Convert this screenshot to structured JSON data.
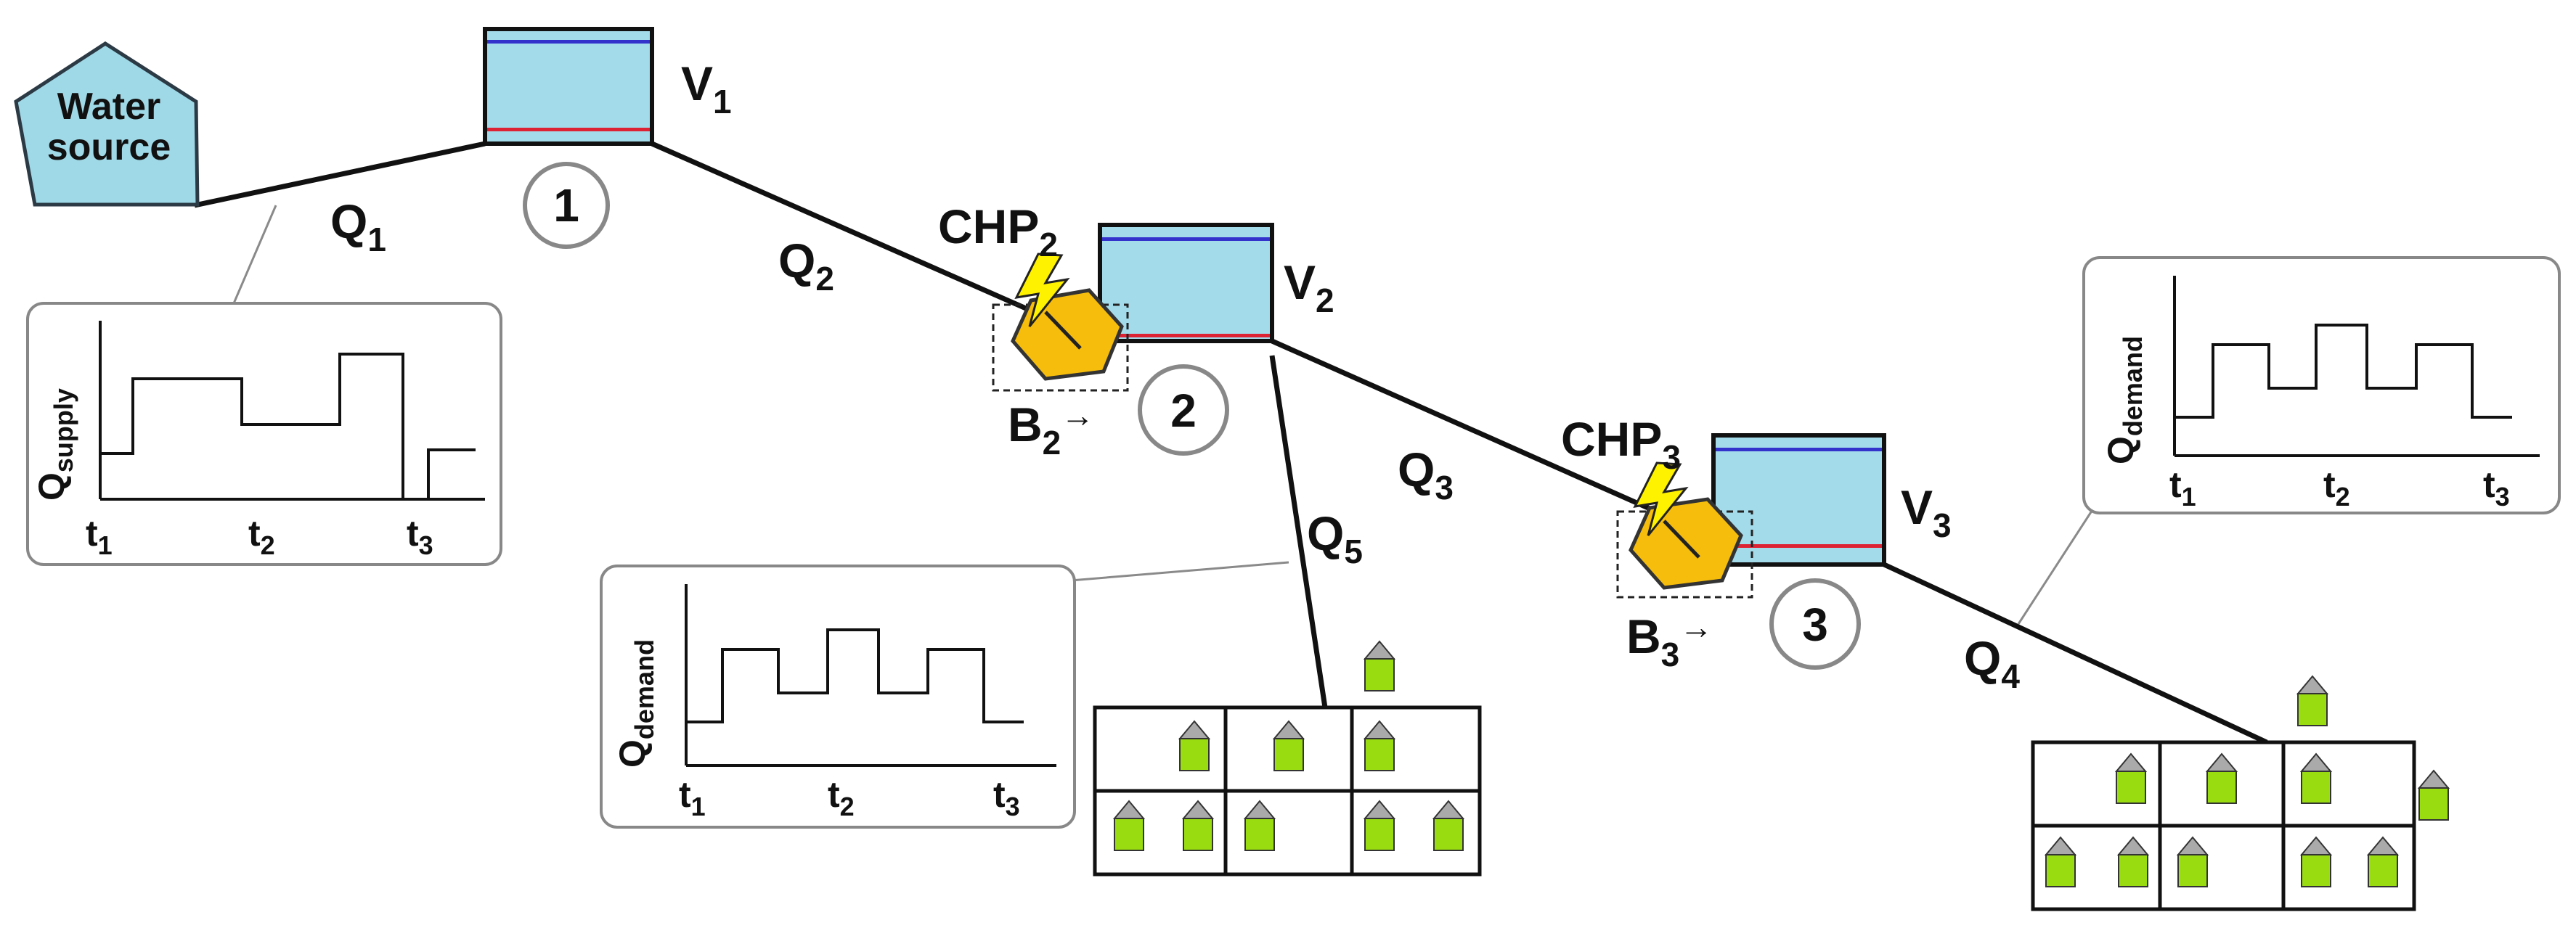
{
  "source": {
    "line1": "Water",
    "line2": "source",
    "fill": "#9fd8e6"
  },
  "colors": {
    "water": "#a4dbeb",
    "level_high": "#3333cc",
    "level_low": "#dd2233",
    "chp_fill": "#f6bd0c",
    "bolt_fill": "#fff200",
    "house_body": "#99dd11",
    "house_roof": "#aaaaaa"
  },
  "tanks": [
    {
      "label": "V",
      "sub": "1",
      "node": "1"
    },
    {
      "label": "V",
      "sub": "2",
      "node": "2"
    },
    {
      "label": "V",
      "sub": "3",
      "node": "3"
    }
  ],
  "flows": [
    {
      "label": "Q",
      "sub": "1"
    },
    {
      "label": "Q",
      "sub": "2"
    },
    {
      "label": "Q",
      "sub": "3"
    },
    {
      "label": "Q",
      "sub": "4"
    },
    {
      "label": "Q",
      "sub": "5"
    }
  ],
  "chps": [
    {
      "label": "CHP",
      "sub": "2",
      "b_label": "B",
      "b_sub": "2",
      "b_arrow": "→"
    },
    {
      "label": "CHP",
      "sub": "3",
      "b_label": "B",
      "b_sub": "3",
      "b_arrow": "→"
    }
  ],
  "plots": {
    "supply": {
      "ylabel": "Q",
      "ysub": "supply",
      "ticks": [
        {
          "t": "t",
          "s": "1"
        },
        {
          "t": "t",
          "s": "2"
        },
        {
          "t": "t",
          "s": "3"
        }
      ]
    },
    "demand_a": {
      "ylabel": "Q",
      "ysub": "demand",
      "ticks": [
        {
          "t": "t",
          "s": "1"
        },
        {
          "t": "t",
          "s": "2"
        },
        {
          "t": "t",
          "s": "3"
        }
      ]
    },
    "demand_b": {
      "ylabel": "Q",
      "ysub": "demand",
      "ticks": [
        {
          "t": "t",
          "s": "1"
        },
        {
          "t": "t",
          "s": "2"
        },
        {
          "t": "t",
          "s": "3"
        }
      ]
    }
  }
}
